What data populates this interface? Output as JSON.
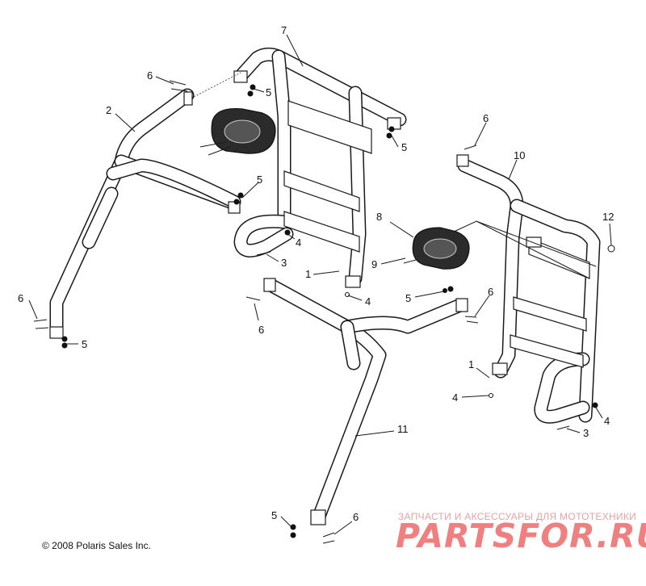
{
  "callouts": {
    "c2": "2",
    "c7": "7",
    "c6a": "6",
    "c5a": "5",
    "c5b": "5",
    "c6b": "6",
    "c5c": "5",
    "c10": "10",
    "c12": "12",
    "c8": "8",
    "c9": "9",
    "c4a": "4",
    "c3a": "3",
    "c1a": "1",
    "c4b": "4",
    "c6c": "6",
    "c5d": "5",
    "c5e": "5",
    "c6d": "6",
    "c6e": "6",
    "c1b": "1",
    "c4c": "4",
    "c4d": "4",
    "c3b": "3",
    "c11": "11",
    "c5f": "5",
    "c6f": "6"
  },
  "copyright": "© 2008 Polaris Sales Inc.",
  "watermark": {
    "tagline": "ЗАПЧАСТИ И АКСЕССУАРЫ ДЛЯ МОТОТЕХНИКИ",
    "logo": "PARTSFOR.RU"
  }
}
